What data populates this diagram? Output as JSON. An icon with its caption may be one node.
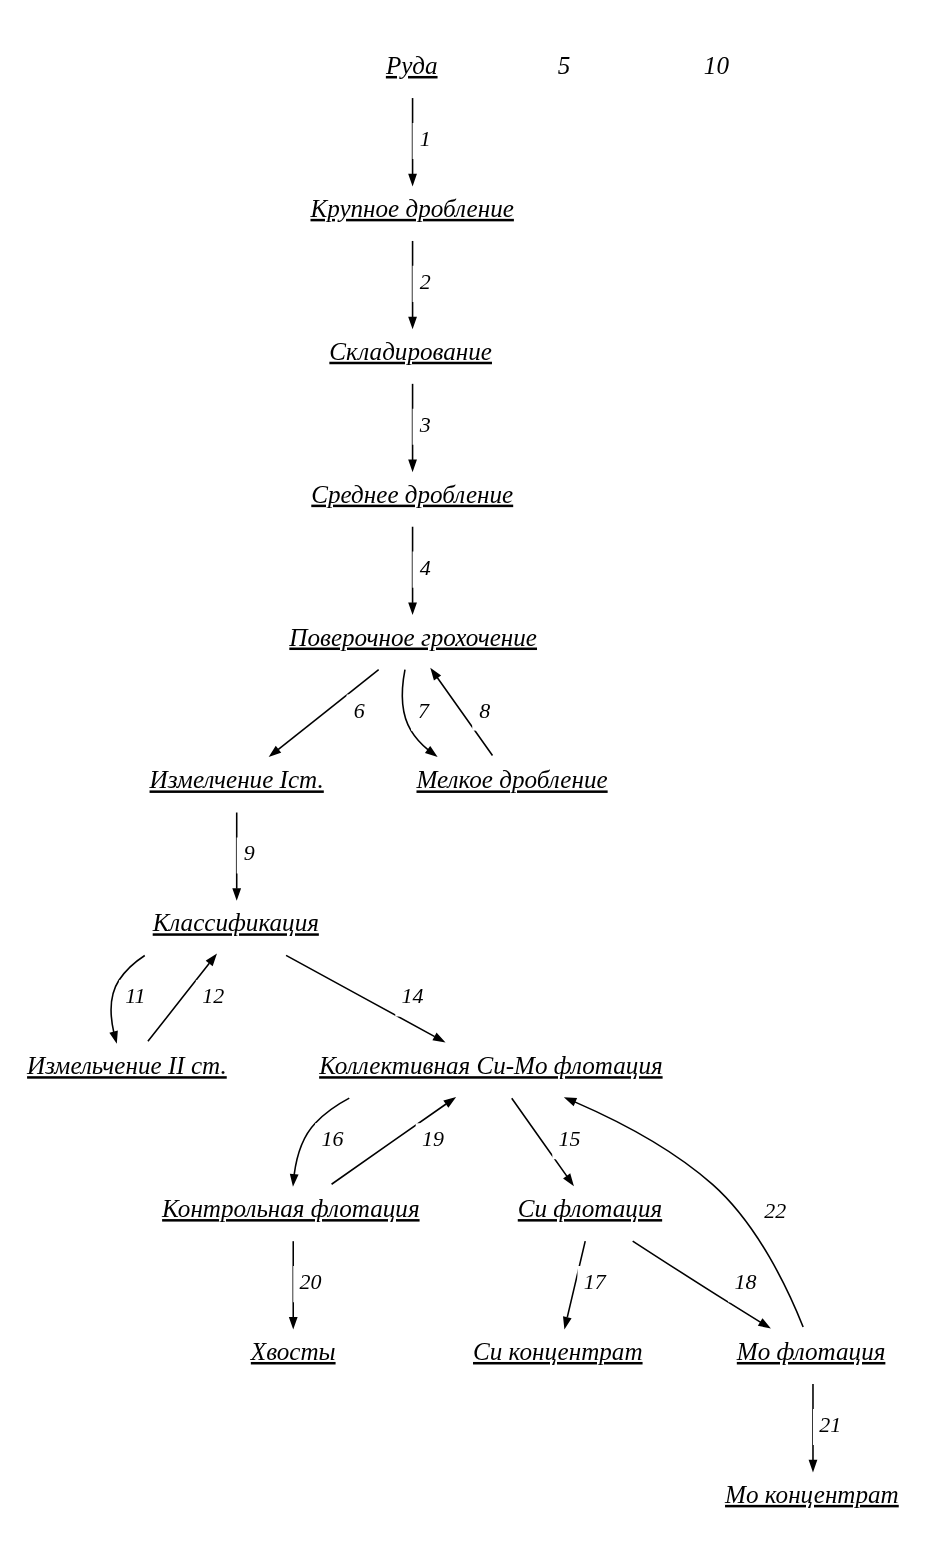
{
  "diagram": {
    "nodes": [
      {
        "text": [
          "Руда"
        ]
      },
      {
        "text": [
          "Крупное дробление"
        ]
      },
      {
        "text": [
          "Складирование"
        ]
      },
      {
        "text": [
          "Среднее дробление"
        ]
      },
      {
        "text": [
          "Поверочное грохочение"
        ]
      },
      {
        "text": [
          "Измелчение Iст."
        ]
      },
      {
        "text": [
          "Мелкое дробление"
        ]
      },
      {
        "text": [
          "Классификация"
        ]
      },
      {
        "text": [
          "Измельчение II ст."
        ]
      },
      {
        "text": [
          "Коллективная Cu-Mo флотация"
        ]
      },
      {
        "text": [
          "Контрольная флотация"
        ]
      },
      {
        "text": [
          "Cu флотация"
        ]
      },
      {
        "text": [
          "Cu концентрат"
        ]
      },
      {
        "text": [
          "Mo флотация"
        ]
      },
      {
        "text": [
          "Хвосты"
        ]
      },
      {
        "text": [
          "Mo концентрат"
        ]
      }
    ],
    "edges": [
      {
        "from": 0,
        "to": 1,
        "arrow": "to",
        "label": "1"
      },
      {
        "from": 1,
        "to": 2,
        "arrow": "to",
        "label": "2"
      },
      {
        "from": 2,
        "to": 3,
        "arrow": "to",
        "label": "3"
      },
      {
        "from": 3,
        "to": 4,
        "arrow": "to",
        "label": "4"
      },
      {
        "from": 6,
        "to": 4,
        "arrow": "to",
        "label": "8"
      },
      {
        "from": 4,
        "to": 5,
        "arrow": "to",
        "label": "6"
      },
      {
        "from": 4,
        "to": 6,
        "arrow": "to",
        "label": "7"
      },
      {
        "from": 5,
        "to": 7,
        "arrow": "to",
        "label": "9"
      },
      {
        "from": 7,
        "to": 8,
        "arrow": "to",
        "label": "11"
      },
      {
        "from": 8,
        "to": 7,
        "arrow": "to",
        "label": "12"
      },
      {
        "from": 7,
        "to": 9,
        "arrow": "to",
        "label": "14"
      },
      {
        "from": 9,
        "to": 11,
        "arrow": "to",
        "label": "15"
      },
      {
        "from": 9,
        "to": 10,
        "arrow": "to",
        "label": "16"
      },
      {
        "from": 11,
        "to": 12,
        "arrow": "to",
        "label": "17"
      },
      {
        "from": 11,
        "to": 13,
        "arrow": "to",
        "label": "18"
      },
      {
        "from": 10,
        "to": 9,
        "arrow": "to",
        "label": "19"
      },
      {
        "from": 10,
        "to": 14,
        "arrow": "to",
        "label": "20"
      },
      {
        "from": 13,
        "to": 15,
        "arrow": "to",
        "label": "21"
      },
      {
        "from": 13,
        "to": 9,
        "arrow": "to",
        "label": "22"
      }
    ],
    "labels": [
      "5",
      "10"
    ]
  }
}
